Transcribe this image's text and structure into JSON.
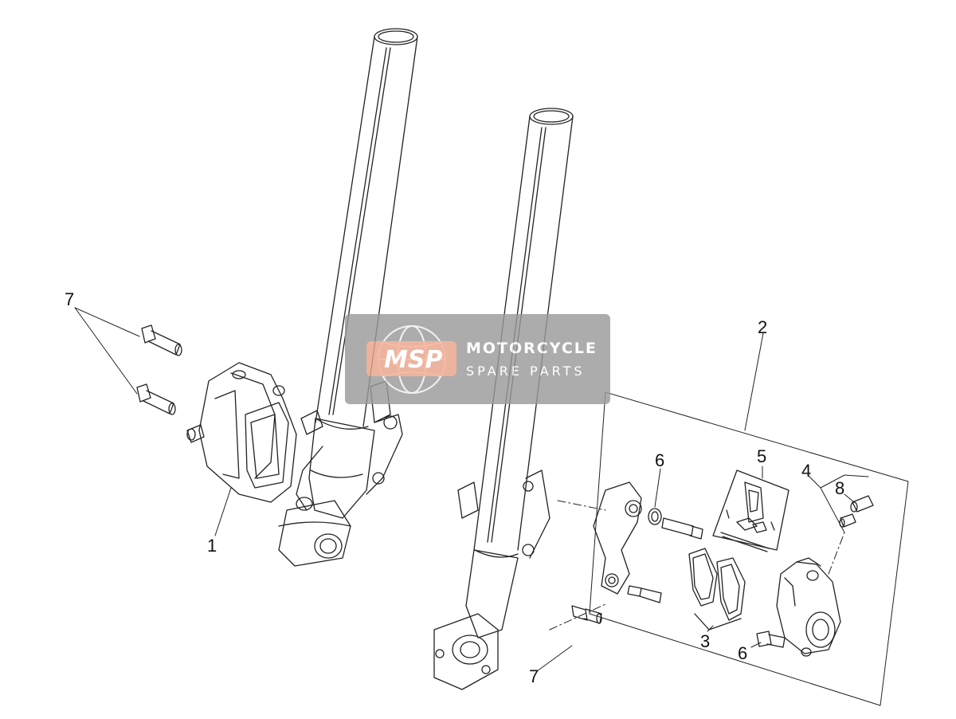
{
  "callouts": {
    "c1": "1",
    "c2": "2",
    "c3": "3",
    "c4": "4",
    "c5": "5",
    "c6a": "6",
    "c6b": "6",
    "c7a": "7",
    "c7b": "7",
    "c8": "8"
  },
  "watermark": {
    "logo": "MSP",
    "line1": "MOTORCYCLE",
    "line2": "SPARE PARTS",
    "colors": {
      "box": "#9a9a9a",
      "logo_bg": "#f2a58a",
      "text": "#ffffff"
    }
  },
  "colors": {
    "line": "#222222",
    "bg": "#ffffff"
  }
}
